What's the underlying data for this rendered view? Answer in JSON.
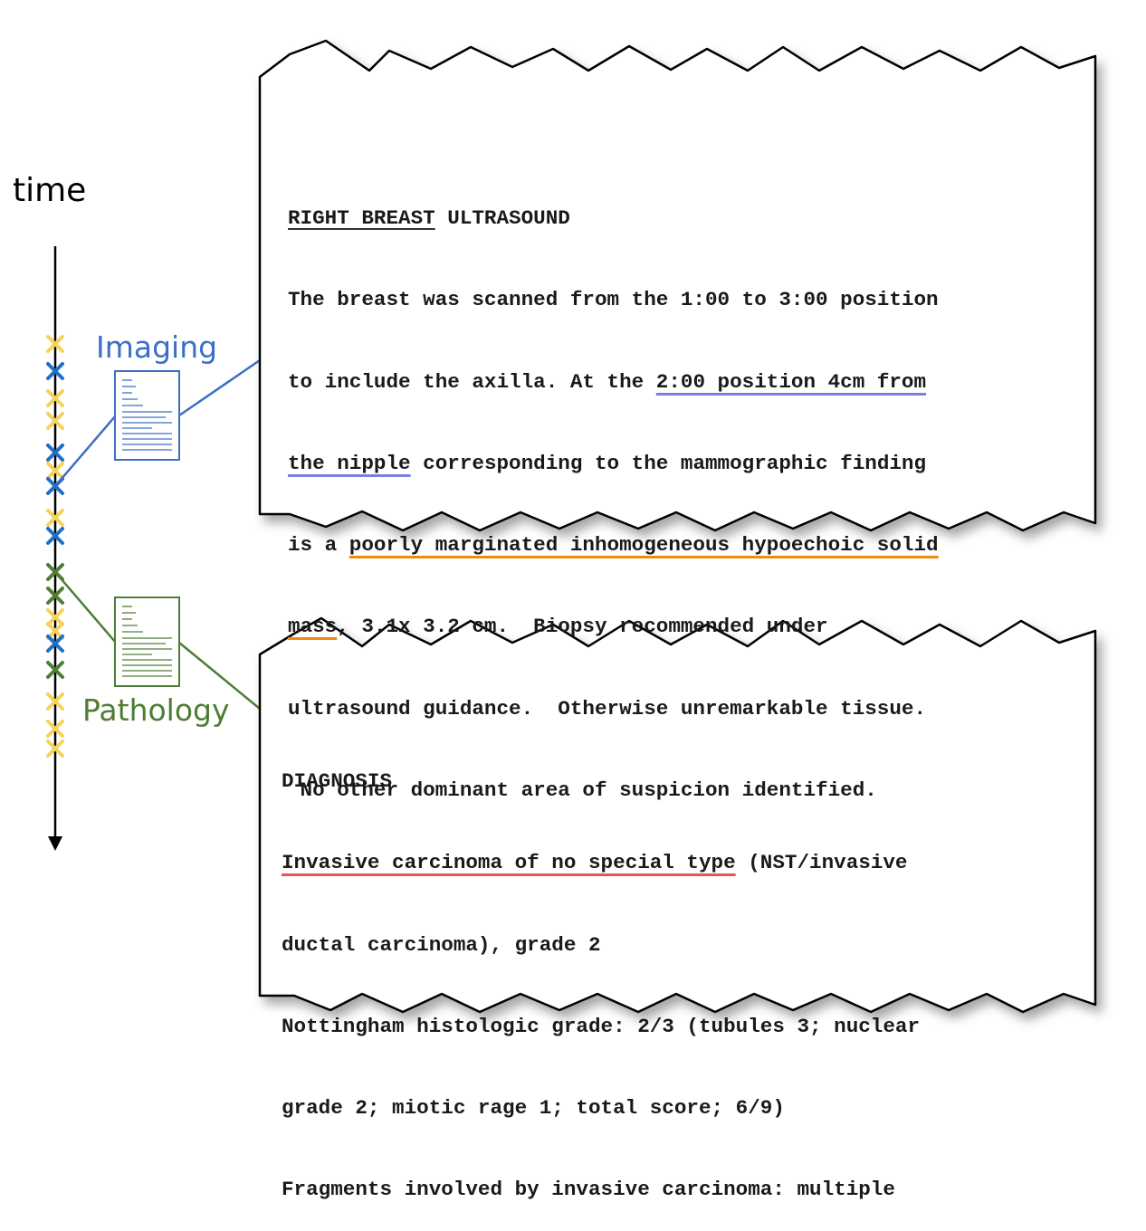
{
  "time_label": "time",
  "imaging": {
    "label": "Imaging",
    "color": "#3c6fc4",
    "report": {
      "heading_part1": "RIGHT BREAST",
      "heading_part2": " ULTRASOUND",
      "line1": "The breast was scanned from the 1:00 to 3:00 position",
      "line2_pre": "to include the axilla. At the ",
      "line2_hl": "2:00 position 4cm from",
      "line3_hl": "the nipple",
      "line3_post": " corresponding to the mammographic finding",
      "line4_pre": "is a ",
      "line4_hl": "poorly marginated inhomogeneous hypoechoic solid",
      "line5_hl": "mass",
      "line5_post": ", 3.1x 3.2 cm.  Biopsy recommended under",
      "line6": "ultrasound guidance.  Otherwise unremarkable tissue.",
      "line7": " No other dominant area of suspicion identified."
    }
  },
  "pathology": {
    "label": "Pathology",
    "color": "#4f7d34",
    "report": {
      "heading": "DIAGNOSIS",
      "line1_hl": "Invasive carcinoma of no special type",
      "line1_post": " (NST/invasive",
      "line2": "ductal carcinoma), grade 2",
      "line3": "Nottingham histologic grade: 2/3 (tubules 3; nuclear",
      "line4": "grade 2; miotic rage 1; total score; 6/9)",
      "line5": "Fragments involved by invasive carcinoma: multiple"
    }
  },
  "highlight_colors": {
    "location": "#7b7fe0",
    "finding": "#ee8a12",
    "diagnosis": "#e45858"
  },
  "timeline_events": [
    "yellow",
    "blue",
    "yellow",
    "yellow",
    "blue",
    "yellow",
    "blue",
    "yellow",
    "blue",
    "green",
    "green",
    "yellow",
    "yellow",
    "blue",
    "green",
    "yellow",
    "yellow",
    "yellow"
  ]
}
